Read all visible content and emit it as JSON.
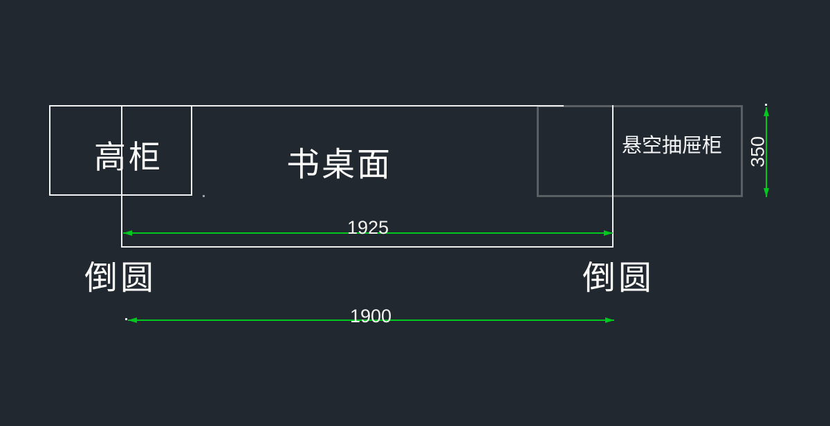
{
  "canvas": {
    "background_color": "#212830",
    "entity_line_color": "#f2f3f4",
    "cabinet_outline_color": "#5a5f64",
    "dimension_color": "#00c81e",
    "text_color": "#fcfcfa"
  },
  "labels": {
    "tall_cabinet": "高柜",
    "desk_surface": "书桌面",
    "floating_drawer_cabinet": "悬空抽屉柜",
    "fillet_left": "倒圆",
    "fillet_right": "倒圆"
  },
  "dimensions": {
    "desk_length": "1925",
    "overall_length": "1900",
    "drawer_cabinet_height": "350"
  }
}
